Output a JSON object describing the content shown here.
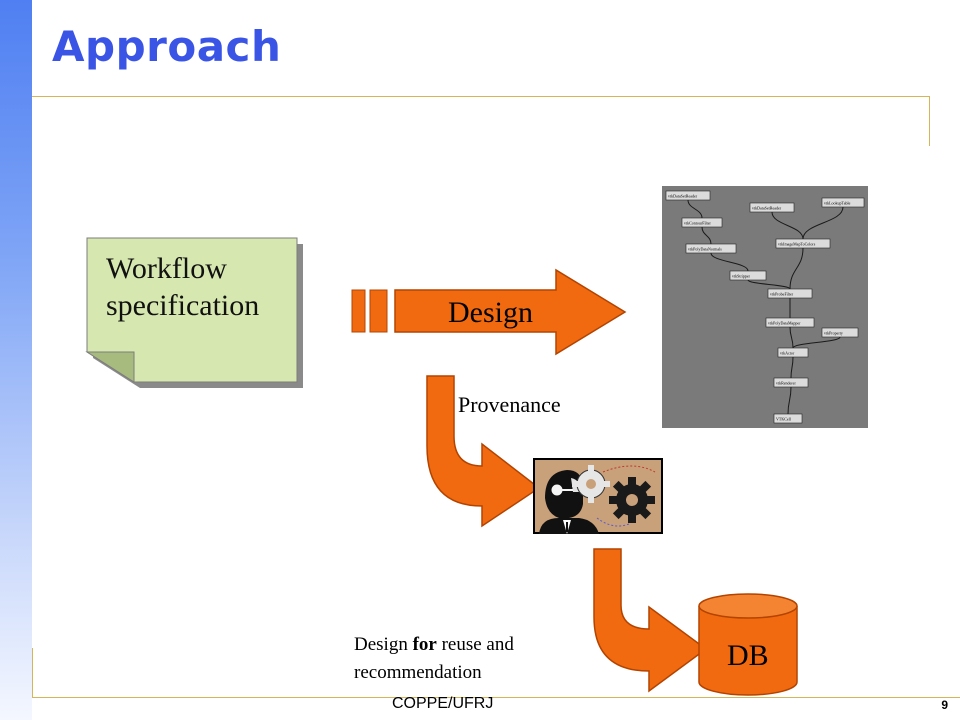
{
  "slide": {
    "title": "Approach",
    "footer": "COPPE/UFRJ",
    "page_number": "9"
  },
  "diagram": {
    "note_line1": "Workflow",
    "note_line2": "specification",
    "design_label": "Design",
    "provenance_label": "Provenance",
    "db_label": "DB",
    "reuse_prefix": "Design ",
    "reuse_bold": "for",
    "reuse_suffix": " reuse and",
    "reuse_line2": "recommendation",
    "pipeline_modules": [
      "vtkDataSetReader",
      "vtkContourFilter",
      "vtkPolyDataNormals",
      "vtkDataSetReader",
      "vtkImageMapToColors",
      "vtkLookupTable",
      "vtkStripper",
      "vtkProbeFilter",
      "vtkPolyDataMapper",
      "vtkProperty",
      "vtkActor",
      "vtkRenderer",
      "VTKCell"
    ]
  },
  "colors": {
    "accent_blue": "#3a55e6",
    "arrow_orange": "#f26a10",
    "note_green": "#d6e8b0",
    "rule_gold": "#d6b45a"
  },
  "icons": [
    "workflow-note-icon",
    "design-arrow-icon",
    "provenance-arrow-icon",
    "worker-gears-clipart-icon",
    "reuse-arrow-icon",
    "database-cylinder-icon"
  ]
}
